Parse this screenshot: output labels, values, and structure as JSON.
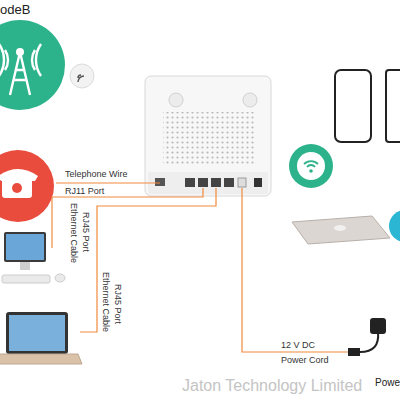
{
  "diagram": {
    "nodes": [
      {
        "text": [
          "odeB"
        ]
      },
      {
        "text": [
          "Powe"
        ]
      }
    ],
    "labels": [
      "Telephone Wire",
      "RJ11 Port",
      "Ethernet Cable",
      "RJ45 Port",
      "Ethernet Cable",
      "RJ45 Port",
      "12 V DC",
      "Power Cord",
      "Jaton Technology Limited"
    ]
  }
}
